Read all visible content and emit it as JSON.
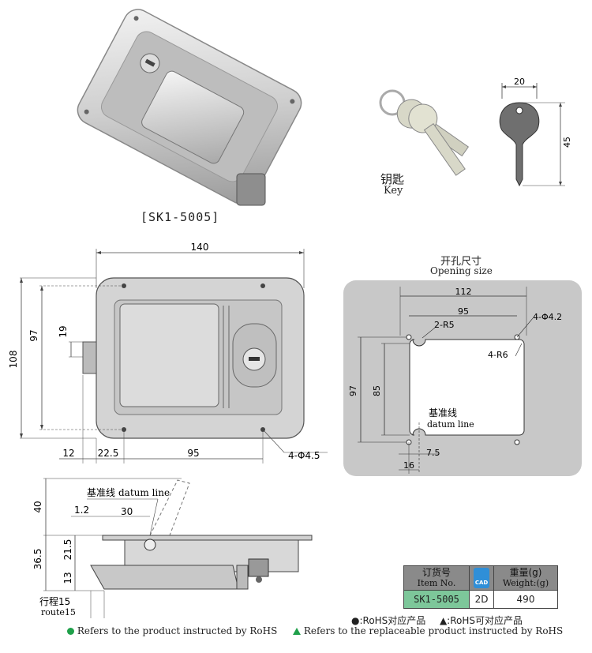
{
  "product": {
    "caption": "[SK1-5005]"
  },
  "key": {
    "label_cn": "钥匙",
    "label_en": "Key",
    "dim_width": "20",
    "dim_height": "45"
  },
  "front_view": {
    "dim_width": "140",
    "dim_height_outer": "108",
    "dim_height_inner": "97",
    "dim_19": "19",
    "dim_12": "12",
    "dim_22_5": "22.5",
    "dim_95": "95",
    "hole_label": "4-Φ4.5"
  },
  "opening": {
    "title_cn": "开孔尺寸",
    "title_en": "Opening size",
    "dim_112": "112",
    "dim_95": "95",
    "r5": "2-R5",
    "hole": "4-Φ4.2",
    "r6": "4-R6",
    "dim_97": "97",
    "dim_85": "85",
    "datum_cn": "基准线",
    "datum_en": "datum line",
    "dim_7_5": "7.5",
    "dim_16": "16"
  },
  "side_view": {
    "datum_label_cn": "基准线",
    "datum_label_en": "datum line",
    "dim_40": "40",
    "dim_1_2": "1.2",
    "dim_30": "30",
    "dim_36_5": "36.5",
    "dim_21_5": "21.5",
    "dim_13": "13",
    "route_cn": "行程15",
    "route_en": "route15"
  },
  "order_table": {
    "col1_cn": "订货号",
    "col1_en": "Item No.",
    "cad_icon_text": "CAD",
    "col3_cn": "重量(g)",
    "col3_en": "Weight:(g)",
    "item_no": "SK1-5005",
    "format": "2D",
    "weight": "490"
  },
  "legend": {
    "rohs_cn": "●:RoHS对应产品",
    "rohs_rep_cn": "▲:RoHS可对应产品",
    "rohs_en": "Refers to the product instructed by RoHS",
    "rohs_rep_en": "Refers to the replaceable product instructed by RoHS"
  },
  "colors": {
    "accent_green": "#1fa04a",
    "table_header": "#8a8a8a",
    "table_item_cell": "#7dc79a",
    "cad_blue": "#2f8fd8",
    "panel_gray": "#c8c8c8"
  }
}
